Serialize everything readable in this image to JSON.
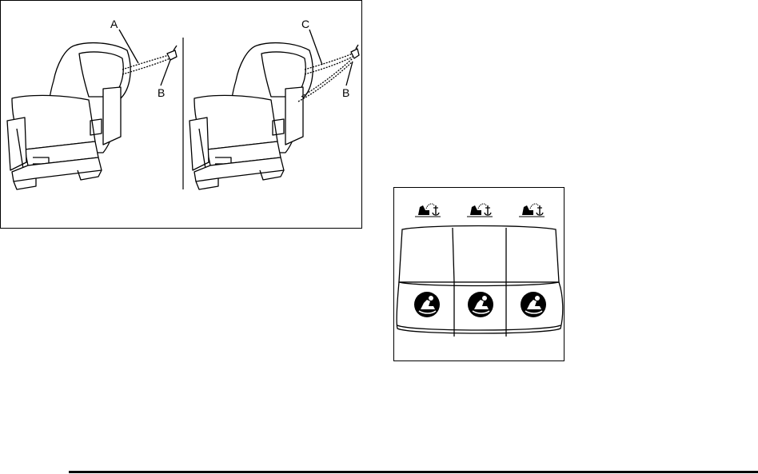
{
  "figure_tether": {
    "callouts": {
      "a": "A",
      "b_left": "B",
      "c": "C",
      "b_right": "B"
    }
  },
  "figure_seat_positions": {
    "top_symbols": [
      "tether-anchor-icon",
      "tether-anchor-icon",
      "tether-anchor-icon"
    ],
    "cushion_symbols": [
      "latch-child-seat-icon",
      "latch-child-seat-icon",
      "latch-child-seat-icon"
    ]
  }
}
